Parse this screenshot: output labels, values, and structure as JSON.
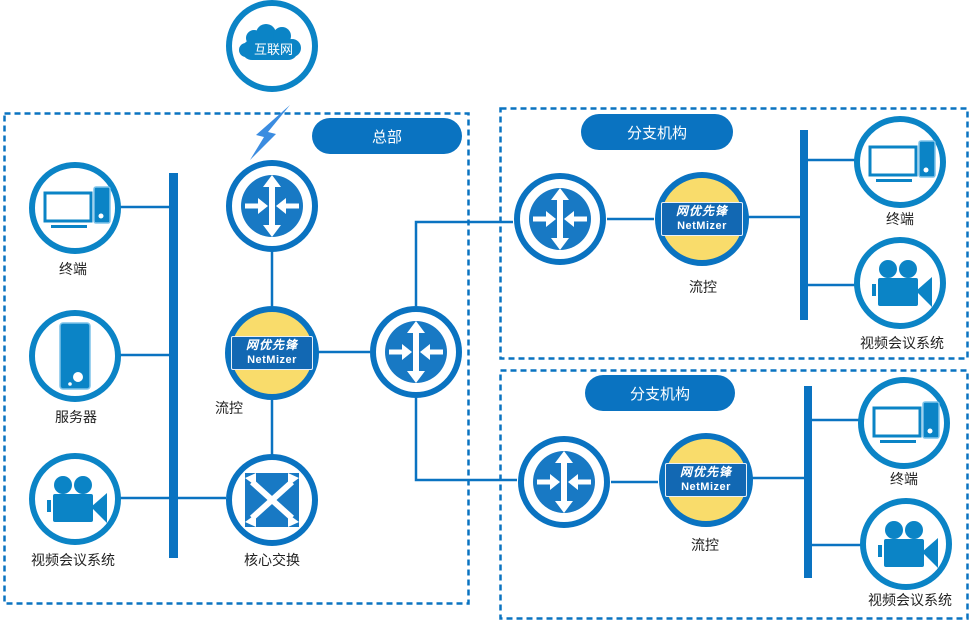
{
  "colors": {
    "primary": "#0a73c1",
    "icon_blue": "#0b84c6",
    "flow_fill": "#f9dc6b",
    "badge_blue": "#1268b3",
    "dash": "#0a73c1"
  },
  "internet": {
    "label": "互联网",
    "icon": "cloud-icon"
  },
  "headquarters": {
    "title": "总部",
    "nodes": {
      "terminal": {
        "label": "终端",
        "icon": "desktop-computer-icon"
      },
      "server": {
        "label": "服务器",
        "icon": "server-tower-icon"
      },
      "video": {
        "label": "视频会议系统",
        "icon": "video-camera-icon"
      },
      "router": {
        "icon": "router-icon"
      },
      "flow_control": {
        "label": "流控",
        "badge_cn": "网优先锋",
        "badge_en": "NetMizer"
      },
      "core_switch": {
        "label": "核心交换",
        "icon": "switch-icon"
      },
      "edge_router": {
        "icon": "router-icon"
      }
    }
  },
  "branches": [
    {
      "title": "分支机构",
      "router": {
        "icon": "router-icon"
      },
      "flow_control": {
        "label": "流控",
        "badge_cn": "网优先锋",
        "badge_en": "NetMizer"
      },
      "terminal": {
        "label": "终端",
        "icon": "desktop-computer-icon"
      },
      "video": {
        "label": "视频会议系统",
        "icon": "video-camera-icon"
      }
    },
    {
      "title": "分支机构",
      "router": {
        "icon": "router-icon"
      },
      "flow_control": {
        "label": "流控",
        "badge_cn": "网优先锋",
        "badge_en": "NetMizer"
      },
      "terminal": {
        "label": "终端",
        "icon": "desktop-computer-icon"
      },
      "video": {
        "label": "视频会议系统",
        "icon": "video-camera-icon"
      }
    }
  ]
}
